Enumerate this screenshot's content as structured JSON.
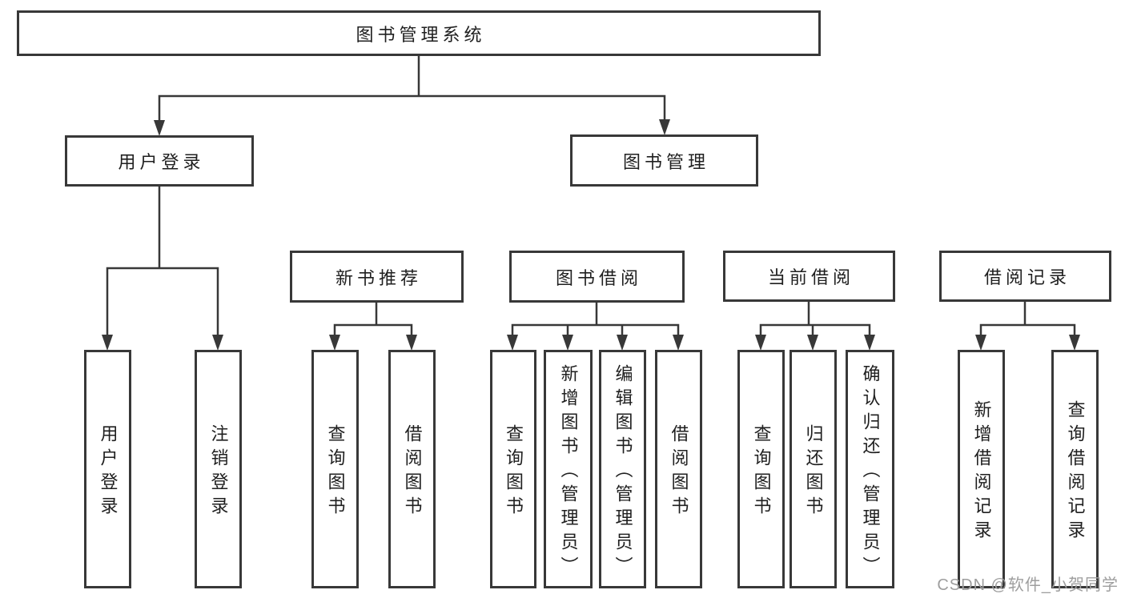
{
  "diagram": {
    "title_note": "",
    "root": {
      "label": "图书管理系统"
    },
    "level2": [
      {
        "id": "user-login",
        "label": "用户登录",
        "parent": "root"
      },
      {
        "id": "book-management",
        "label": "图书管理",
        "parent": "root"
      }
    ],
    "level3": [
      {
        "id": "new-book-recommend",
        "label": "新书推荐",
        "parent": "book-management"
      },
      {
        "id": "book-borrow",
        "label": "图书借阅",
        "parent": "book-management"
      },
      {
        "id": "current-borrow",
        "label": "当前借阅",
        "parent": "book-management"
      },
      {
        "id": "borrow-records",
        "label": "借阅记录",
        "parent": "book-management"
      }
    ],
    "leaves": [
      {
        "id": "leaf-user-login",
        "label": "用户登录",
        "parent": "user-login"
      },
      {
        "id": "leaf-logout",
        "label": "注销登录",
        "parent": "user-login"
      },
      {
        "id": "leaf-query-book-1",
        "label": "查询图书",
        "parent": "new-book-recommend"
      },
      {
        "id": "leaf-borrow-book-1",
        "label": "借阅图书",
        "parent": "new-book-recommend"
      },
      {
        "id": "leaf-query-book-2",
        "label": "查询图书",
        "parent": "book-borrow"
      },
      {
        "id": "leaf-add-book-admin",
        "label": "新增图书（管理员）",
        "parent": "book-borrow"
      },
      {
        "id": "leaf-edit-book-admin",
        "label": "编辑图书（管理员）",
        "parent": "book-borrow"
      },
      {
        "id": "leaf-borrow-book-2",
        "label": "借阅图书",
        "parent": "book-borrow"
      },
      {
        "id": "leaf-query-book-3",
        "label": "查询图书",
        "parent": "current-borrow"
      },
      {
        "id": "leaf-return-book",
        "label": "归还图书",
        "parent": "current-borrow"
      },
      {
        "id": "leaf-confirm-return-admin",
        "label": "确认归还（管理员）",
        "parent": "current-borrow"
      },
      {
        "id": "leaf-add-borrow-record",
        "label": "新增借阅记录",
        "parent": "borrow-records"
      },
      {
        "id": "leaf-query-borrow-record",
        "label": "查询借阅记录",
        "parent": "borrow-records"
      }
    ]
  },
  "watermark": {
    "text": "CSDN @软件_小贺同学"
  },
  "colors": {
    "line": "#383838",
    "box_border": "#383838",
    "text": "#1f1f1f",
    "background": "#ffffff",
    "watermark": "#9e9e9e"
  }
}
